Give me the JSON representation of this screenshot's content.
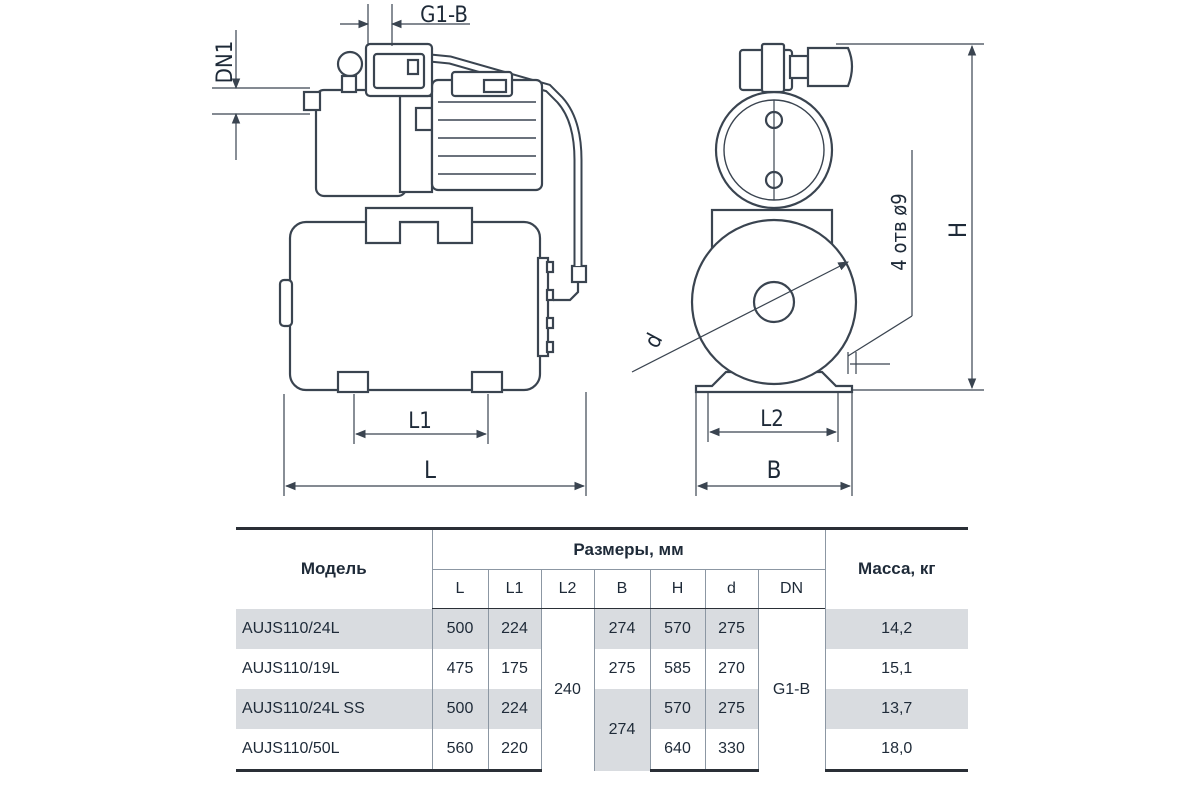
{
  "drawing": {
    "labels": {
      "dn1": "DN1",
      "g1b": "G1-B",
      "l1": "L1",
      "l": "L",
      "l2": "L2",
      "b": "B",
      "h": "H",
      "d": "d",
      "holes": "4 отв  ø9"
    }
  },
  "table": {
    "model_header": "Модель",
    "dims_header": "Размеры, мм",
    "mass_header": "Масса, кг",
    "columns": [
      "L",
      "L1",
      "L2",
      "B",
      "H",
      "d",
      "DN"
    ],
    "l2_merged": "240",
    "b_merged": "274",
    "dn_merged": "G1-B",
    "rows": [
      {
        "model": "AUJS110/24L",
        "L": "500",
        "L1": "224",
        "B": "274",
        "H": "570",
        "d": "275",
        "mass": "14,2"
      },
      {
        "model": "AUJS110/19L",
        "L": "475",
        "L1": "175",
        "B": "275",
        "H": "585",
        "d": "270",
        "mass": "15,1"
      },
      {
        "model": "AUJS110/24L SS",
        "L": "500",
        "L1": "224",
        "H": "570",
        "d": "275",
        "mass": "13,7"
      },
      {
        "model": "AUJS110/50L",
        "L": "560",
        "L1": "220",
        "H": "640",
        "d": "330",
        "mass": "18,0"
      }
    ]
  }
}
